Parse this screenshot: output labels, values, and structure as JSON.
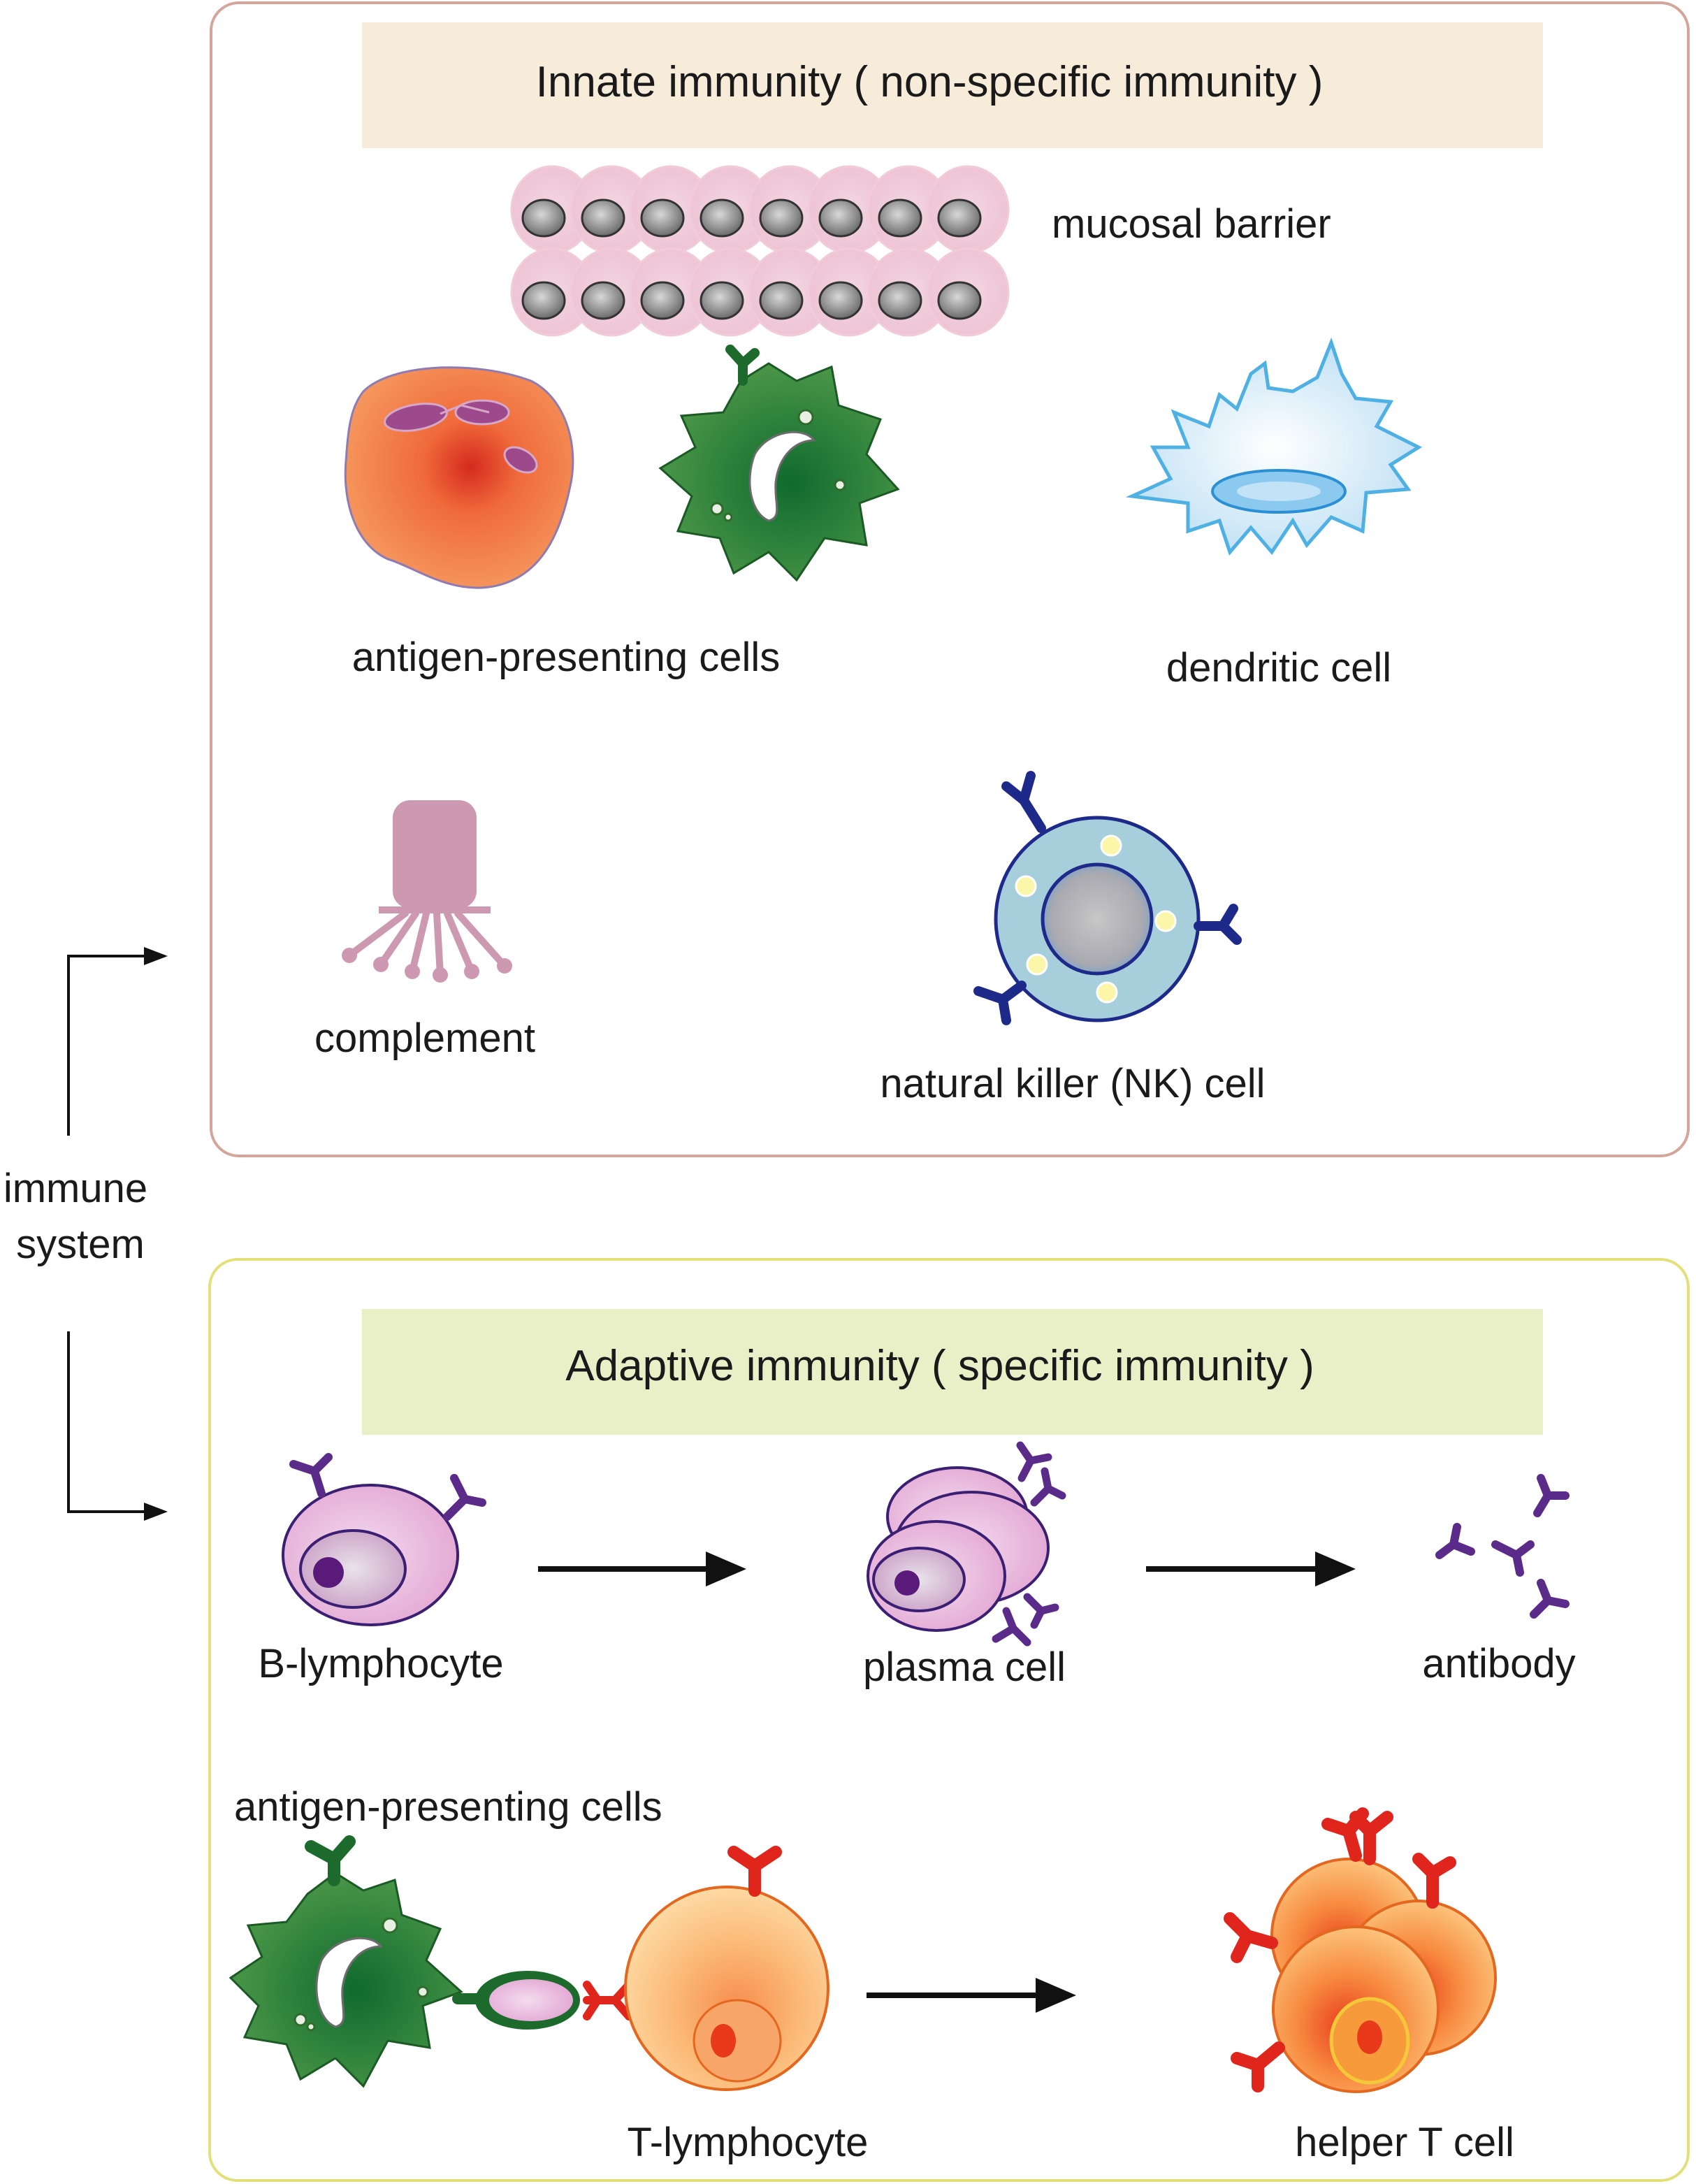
{
  "root_label": {
    "line1": "immune",
    "line2": "system"
  },
  "innate": {
    "title": "Innate immunity ( non-specific immunity )",
    "labels": {
      "mucosal_barrier": "mucosal barrier",
      "antigen_presenting_cells": "antigen-presenting cells",
      "dendritic_cell": "dendritic cell",
      "complement": "complement",
      "nk_cell": "natural killer (NK) cell"
    },
    "colors": {
      "border": "#d4a59a",
      "title_bg": "#f7ecd9"
    }
  },
  "adaptive": {
    "title": "Adaptive immunity ( specific immunity )",
    "labels": {
      "b_lymphocyte": "B-lymphocyte",
      "plasma_cell": "plasma cell",
      "antibody": "antibody",
      "antigen_presenting_cells": "antigen-presenting cells",
      "t_lymphocyte": "T-lymphocyte",
      "helper_t_cell": "helper T cell"
    },
    "colors": {
      "border": "#e3e07a",
      "title_bg": "#e9f0c8"
    }
  }
}
